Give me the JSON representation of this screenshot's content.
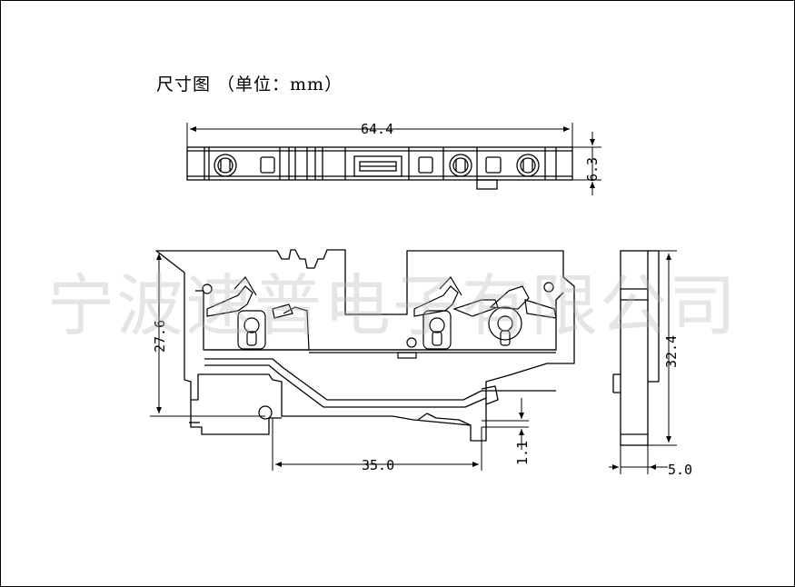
{
  "title": "尺寸图 （单位：mm）",
  "watermark": "宁波速普电子有限公司",
  "dimensions": {
    "top_width": "64.4",
    "top_height": "6.3",
    "side_height": "27.6",
    "pitch": "35.0",
    "offset": "1.1",
    "right_height": "32.4",
    "right_width": "5.0"
  }
}
